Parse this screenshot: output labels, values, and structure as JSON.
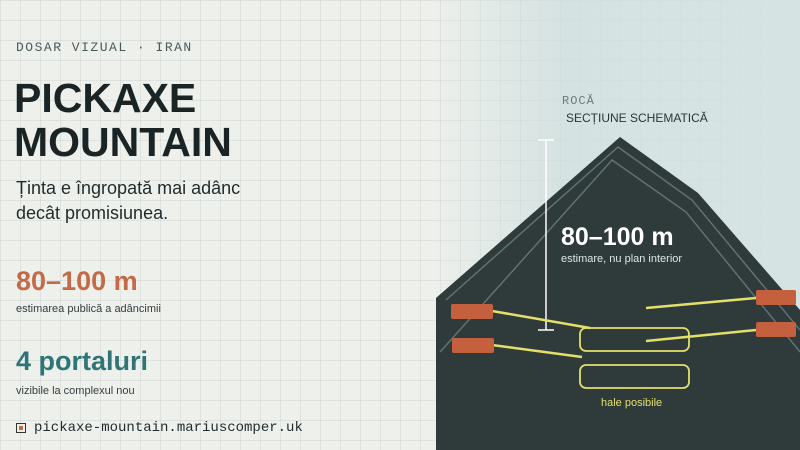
{
  "header": {
    "kicker": "DOSAR VIZUAL · IRAN",
    "title": "PICKAXE MOUNTAIN",
    "lede": "Ținta e îngropată mai adânc decât promisiunea."
  },
  "stats": [
    {
      "value": "80–100 m",
      "caption": "estimarea publică a adâncimii",
      "color": "#c46a47"
    },
    {
      "value": "4 portaluri",
      "caption": "vizibile la complexul nou",
      "color": "#2f7577"
    }
  ],
  "footer": {
    "link": "pickaxe-mountain.mariuscomper.uk"
  },
  "diagram": {
    "rock_label": "ROCĂ",
    "section_label": "SECȚIUNE SCHEMATICĂ",
    "depth_value": "80–100 m",
    "depth_caption": "estimare, nu plan interior",
    "halls_label": "hale posibile",
    "portal_count": 4,
    "colors": {
      "mountain": "#2f3a3b",
      "contour": "#5f7273",
      "portal": "#c4603d",
      "tunnel": "#e3e06a",
      "depth_line": "#ffffff"
    }
  }
}
